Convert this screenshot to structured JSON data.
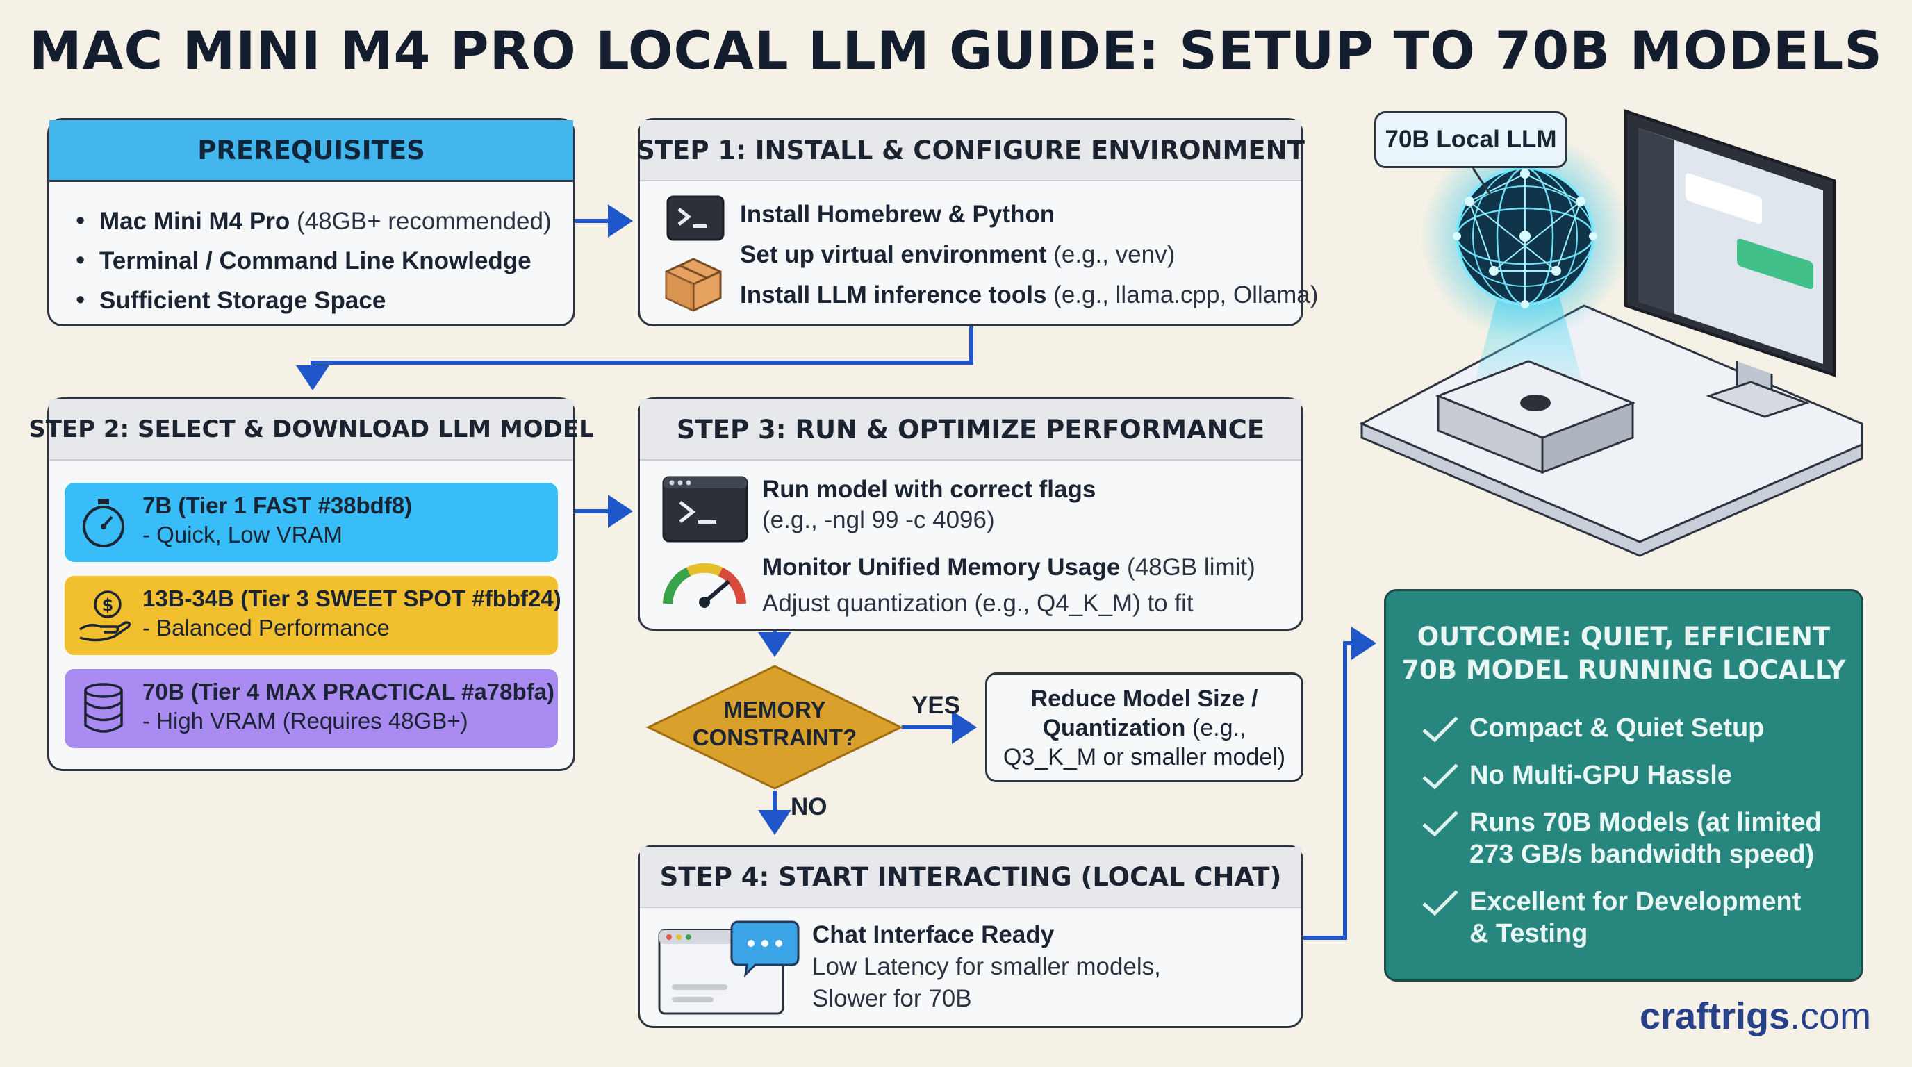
{
  "title": "MAC MINI M4 PRO LOCAL LLM GUIDE: SETUP TO 70B MODELS",
  "prerequisites": {
    "header": "PREREQUISITES",
    "items": [
      {
        "bold": "Mac Mini M4 Pro",
        "rest": " (48GB+ recommended)"
      },
      {
        "bold": "Terminal / Command Line Knowledge",
        "rest": ""
      },
      {
        "bold": "Sufficient Storage Space",
        "rest": ""
      }
    ]
  },
  "step1": {
    "header": "STEP 1: INSTALL & CONFIGURE ENVIRONMENT",
    "items": [
      {
        "bold": "Install Homebrew & Python",
        "rest": ""
      },
      {
        "bold": "Set up virtual environment",
        "rest": " (e.g., venv)"
      },
      {
        "bold": "Install LLM inference tools",
        "rest": " (e.g., llama.cpp, Ollama)"
      }
    ]
  },
  "step2": {
    "header": "STEP 2: SELECT & DOWNLOAD LLM MODEL",
    "tiers": [
      {
        "title": "7B (Tier 1 FAST #38bdf8)",
        "desc": "- Quick, Low VRAM",
        "color": "#38bdf8"
      },
      {
        "title": "13B-34B (Tier 3 SWEET SPOT #fbbf24)",
        "desc": "- Balanced Performance",
        "color": "#f2bf2e"
      },
      {
        "title": "70B (Tier 4 MAX PRACTICAL #a78bfa)",
        "desc": "- High VRAM (Requires 48GB+)",
        "color": "#a98bf2"
      }
    ]
  },
  "step3": {
    "header": "STEP 3: RUN & OPTIMIZE PERFORMANCE",
    "run_title": "Run model with correct flags",
    "run_sub": "(e.g., -ngl 99 -c 4096)",
    "mon_title": "Monitor Unified Memory Usage",
    "mon_rest": " (48GB limit)",
    "mon_sub": "Adjust quantization (e.g., Q4_K_M) to fit"
  },
  "decision": {
    "line1": "MEMORY",
    "line2": "CONSTRAINT?",
    "yes": "YES",
    "no": "NO"
  },
  "reduce": {
    "line1": "Reduce Model Size /",
    "line2_bold": "Quantization",
    "line2_rest": " (e.g.,",
    "line3": "Q3_K_M or smaller model)"
  },
  "step4": {
    "header": "STEP 4: START INTERACTING (LOCAL CHAT)",
    "title": "Chat Interface Ready",
    "sub1": "Low Latency for smaller models,",
    "sub2": "Slower for 70B"
  },
  "outcome": {
    "title1": "OUTCOME: QUIET, EFFICIENT",
    "title2": "70B MODEL RUNNING LOCALLY",
    "items": [
      [
        "Compact & Quiet Setup"
      ],
      [
        "No Multi-GPU Hassle"
      ],
      [
        "Runs 70B Models (at limited",
        "273 GB/s bandwidth speed)"
      ],
      [
        "Excellent for Development",
        "& Testing"
      ]
    ]
  },
  "illustration": {
    "bubble": "70B Local LLM"
  },
  "brand": {
    "name": "craftrigs",
    "tld": ".com"
  },
  "colors": {
    "arrow": "#1f56c9",
    "decision": "#d9a12b",
    "outcome": "#27877f",
    "brand": "#27428a"
  }
}
